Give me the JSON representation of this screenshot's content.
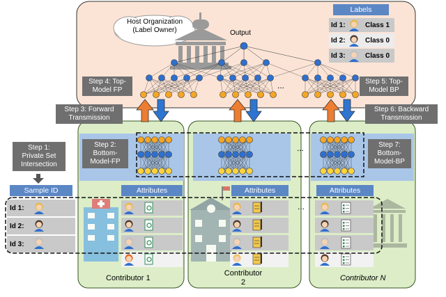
{
  "host": {
    "title": "Host Organization\n(Label Owner)",
    "output_label": "Output"
  },
  "labels_table": {
    "header": "Labels",
    "rows": [
      {
        "id": "Id 1:",
        "cls": "Class 1"
      },
      {
        "id": "Id 2:",
        "cls": "Class 0"
      },
      {
        "id": "Id 3:",
        "cls": "Class 0"
      }
    ]
  },
  "steps": {
    "s1": "Step 1:\nPrivate Set\nIntersection",
    "s2": "Step 2:\nBottom-\nModel-FP",
    "s3": "Step 3: Forward\nTransmission",
    "s4": "Step 4: Top-\nModel FP",
    "s5": "Step 5: Top-\nModel BP",
    "s6": "Step 6: Backward\nTransmission",
    "s7": "Step 7:\nBottom-\nModel-BP"
  },
  "sample_id": {
    "header": "Sample ID",
    "rows": [
      "Id 1:",
      "Id 2:",
      "Id 3:"
    ]
  },
  "attributes_header": "Attributes",
  "contributors": [
    "Contributor 1",
    "Contributor\n2",
    "Contributor N"
  ],
  "ellipsis": "...",
  "colors": {
    "host_fill": "#fbe4d6",
    "contributor_fill": "#dcedc8",
    "contributor_border": "#375623",
    "bottom_model_fill": "#a9c6e8",
    "step_box": "#6f6f6f",
    "header_blue": "#5b87c5",
    "row_grey": "#c9c9c9",
    "row_light": "#ececec",
    "node_orange": "#f5a623",
    "node_blue": "#2f6fce",
    "node_yellow": "#ffd33d",
    "arrow_orange": "#ed7d31",
    "arrow_blue": "#2e75d1"
  },
  "icons": [
    "government-building-icon",
    "hospital-building-icon",
    "school-building-icon",
    "bank-building-icon",
    "person-avatar-icon",
    "document-search-icon",
    "notepad-icon",
    "checklist-icon",
    "cloud-icon"
  ]
}
